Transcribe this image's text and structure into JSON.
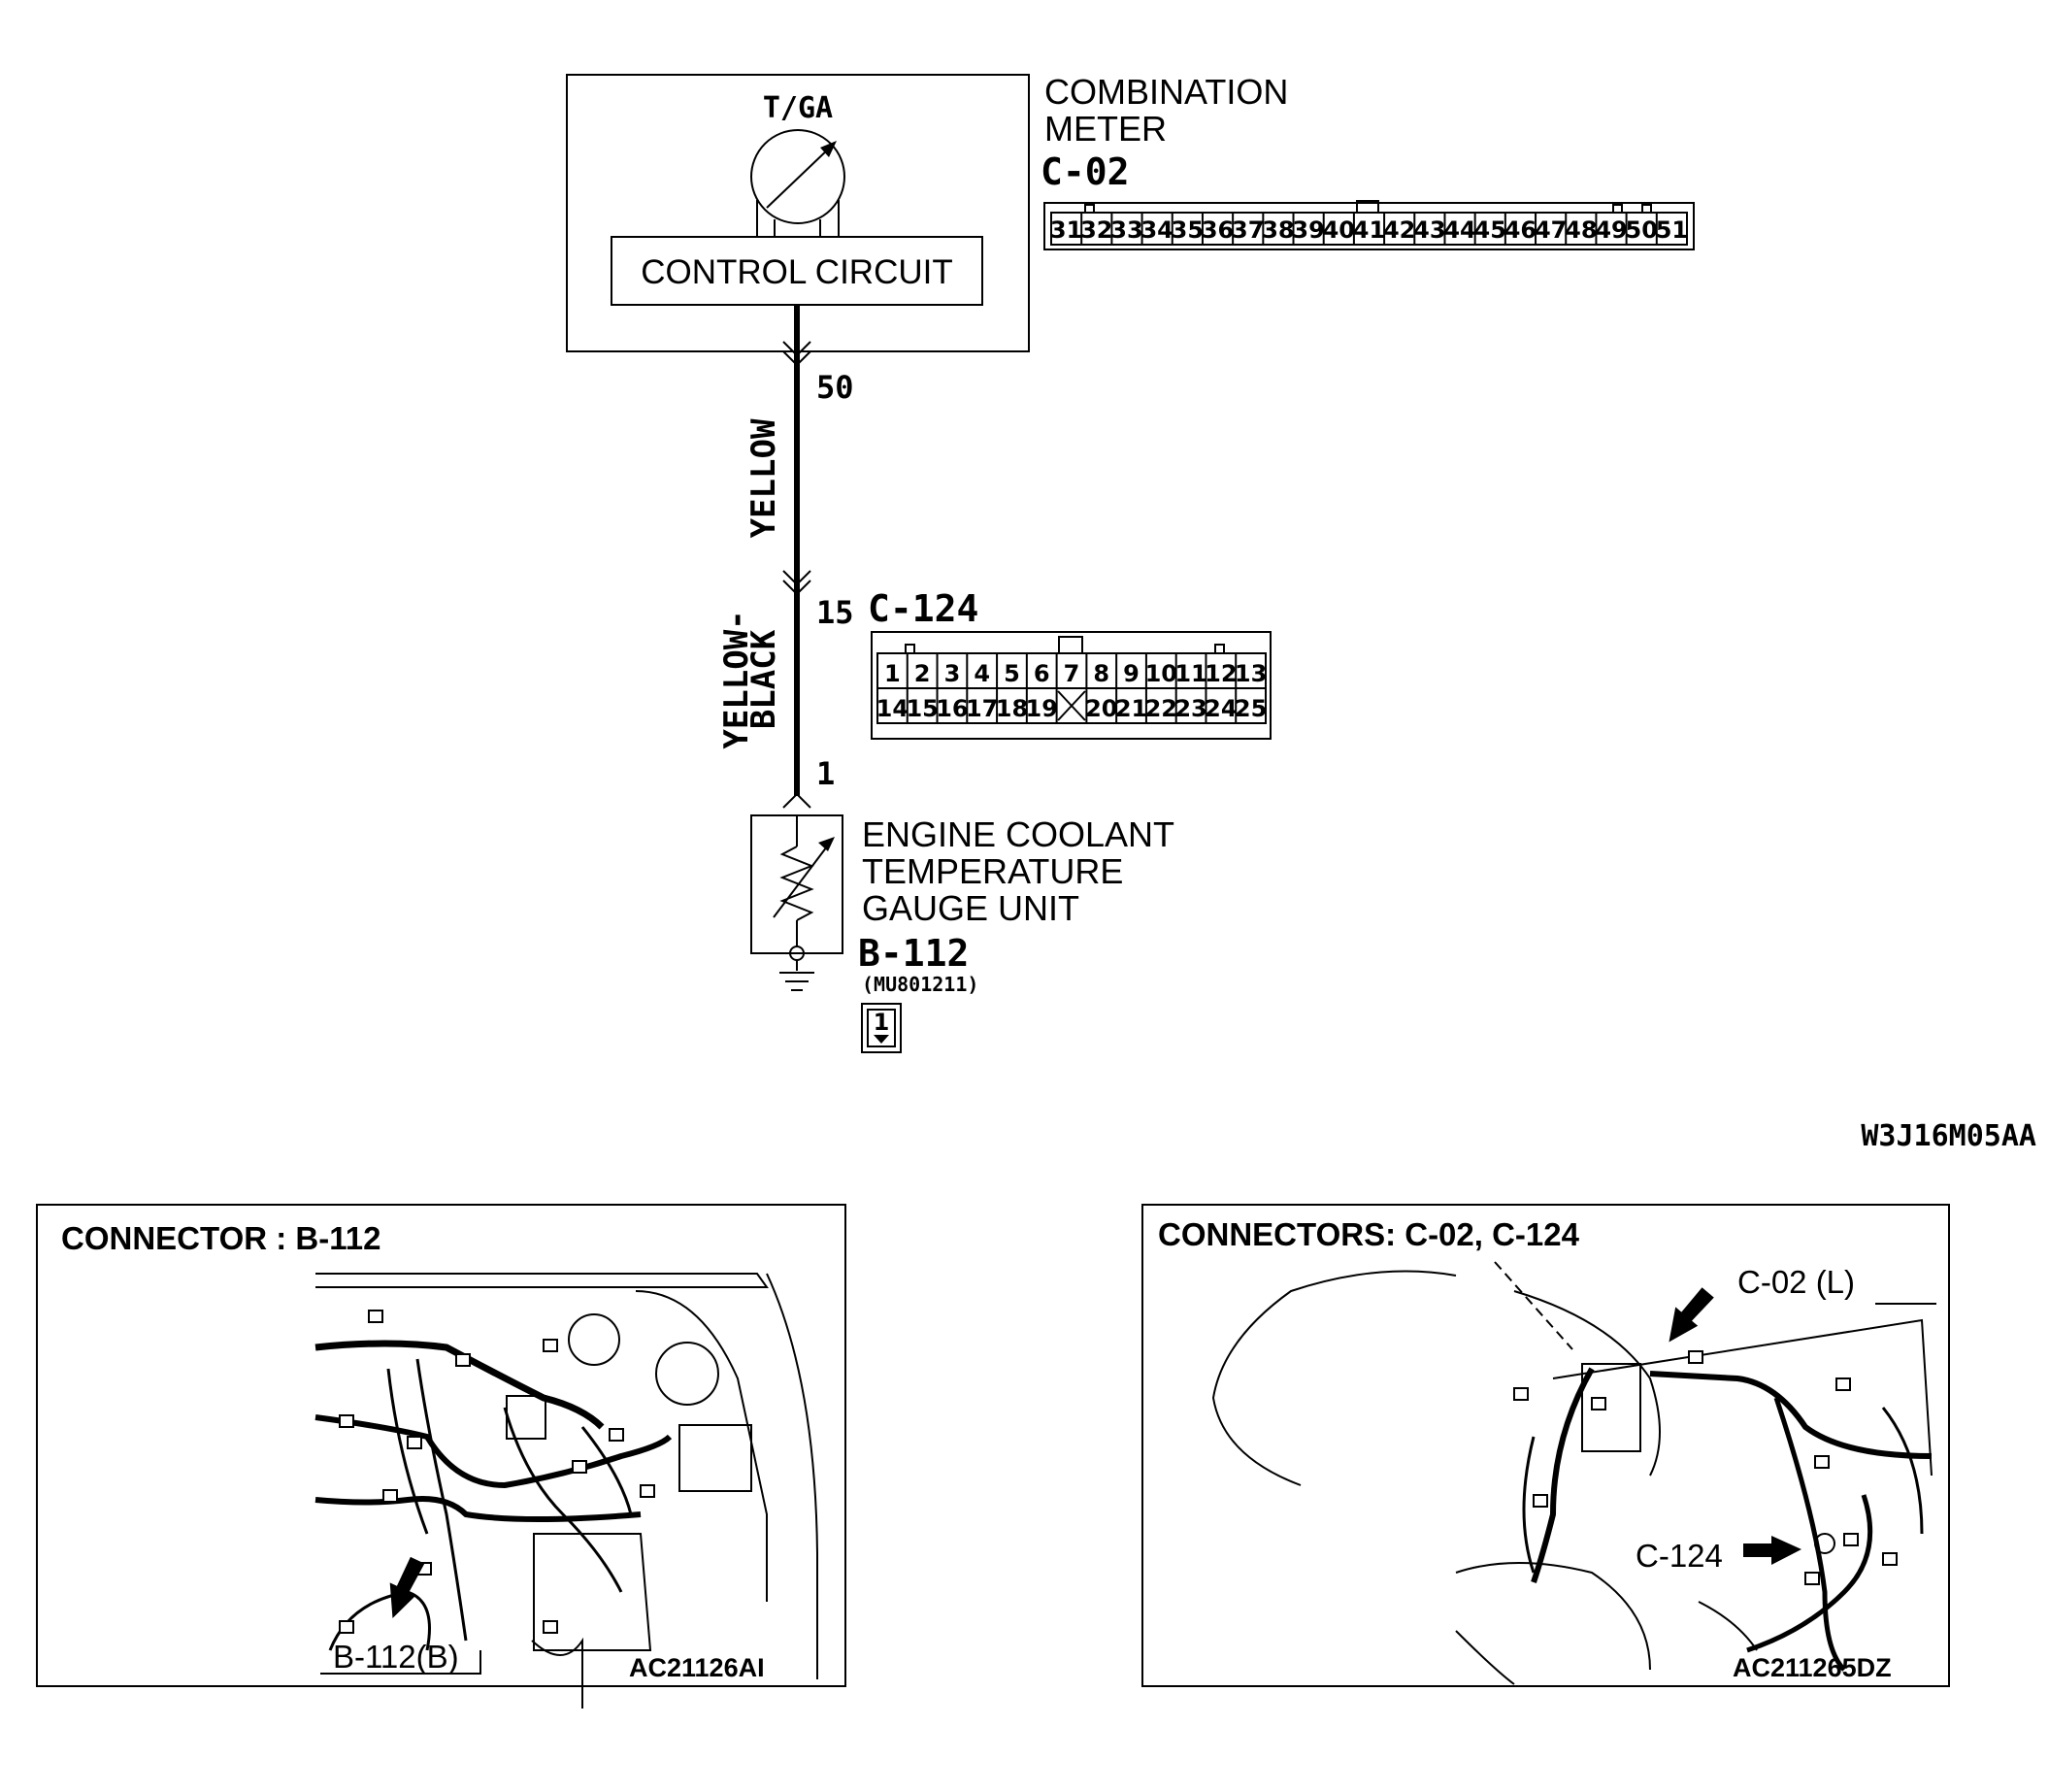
{
  "schematic": {
    "meter": {
      "name_line1": "COMBINATION",
      "name_line2": "METER",
      "connector": "C-02",
      "gauge_label": "T/GA",
      "control_circuit": "CONTROL CIRCUIT",
      "pins": [
        "31",
        "32",
        "33",
        "34",
        "35",
        "36",
        "37",
        "38",
        "39",
        "40",
        "41",
        "42",
        "43",
        "44",
        "45",
        "46",
        "47",
        "48",
        "49",
        "50",
        "51"
      ]
    },
    "wire_top": {
      "pin_upper": "50",
      "color": "YELLOW",
      "pin_lower": "15"
    },
    "junction": {
      "connector": "C-124",
      "row1": [
        "1",
        "2",
        "3",
        "4",
        "5",
        "6",
        "7",
        "8",
        "9",
        "10",
        "11",
        "12",
        "13"
      ],
      "row2": [
        "14",
        "15",
        "16",
        "17",
        "18",
        "19",
        "",
        "20",
        "21",
        "22",
        "23",
        "24",
        "25"
      ]
    },
    "wire_bottom": {
      "color_line1": "YELLOW-",
      "color_line2": "BLACK",
      "pin": "1"
    },
    "sensor": {
      "name_line1": "ENGINE COOLANT",
      "name_line2": "TEMPERATURE",
      "name_line3": "GAUGE UNIT",
      "connector": "B-112",
      "part_number": "(MU801211)",
      "pin": "1"
    },
    "drawing_code": "W3J16M05AA"
  },
  "panels": {
    "left": {
      "title": "CONNECTOR : B-112",
      "callout": "B-112(B)",
      "code": "AC21126AI"
    },
    "right": {
      "title": "CONNECTORS: C-02, C-124",
      "callout_meter": "C-02 (L)",
      "callout_junction": "C-124",
      "code": "AC211265DZ"
    }
  }
}
